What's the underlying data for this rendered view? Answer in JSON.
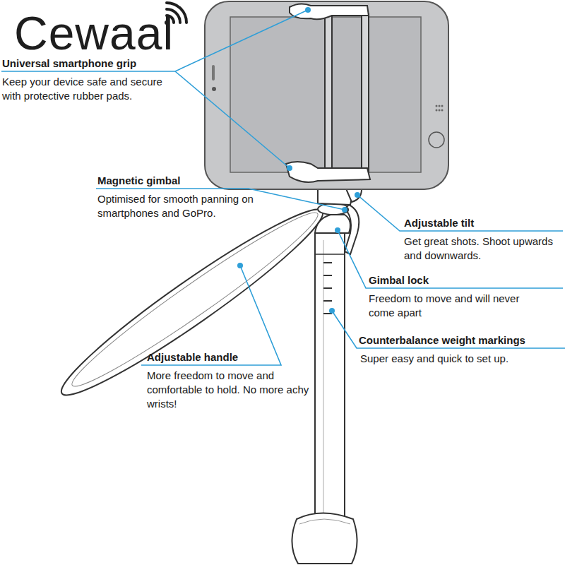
{
  "diagram": {
    "labels": [
      "Cewaal",
      "Universal smartphone grip",
      "Keep your device safe and secure with protective rubber pads.",
      "Magnetic gimbal",
      "Optimised for smooth panning on smartphones and GoPro.",
      "Adjustable tilt",
      "Get great shots. Shoot upwards and downwards.",
      "Gimbal lock",
      "Freedom to move and will never come apart",
      "Counterbalance weight markings",
      "Super easy and quick to set up.",
      "Adjustable handle",
      "More freedom to move and comfortable to hold. No more achy wrists!"
    ]
  }
}
